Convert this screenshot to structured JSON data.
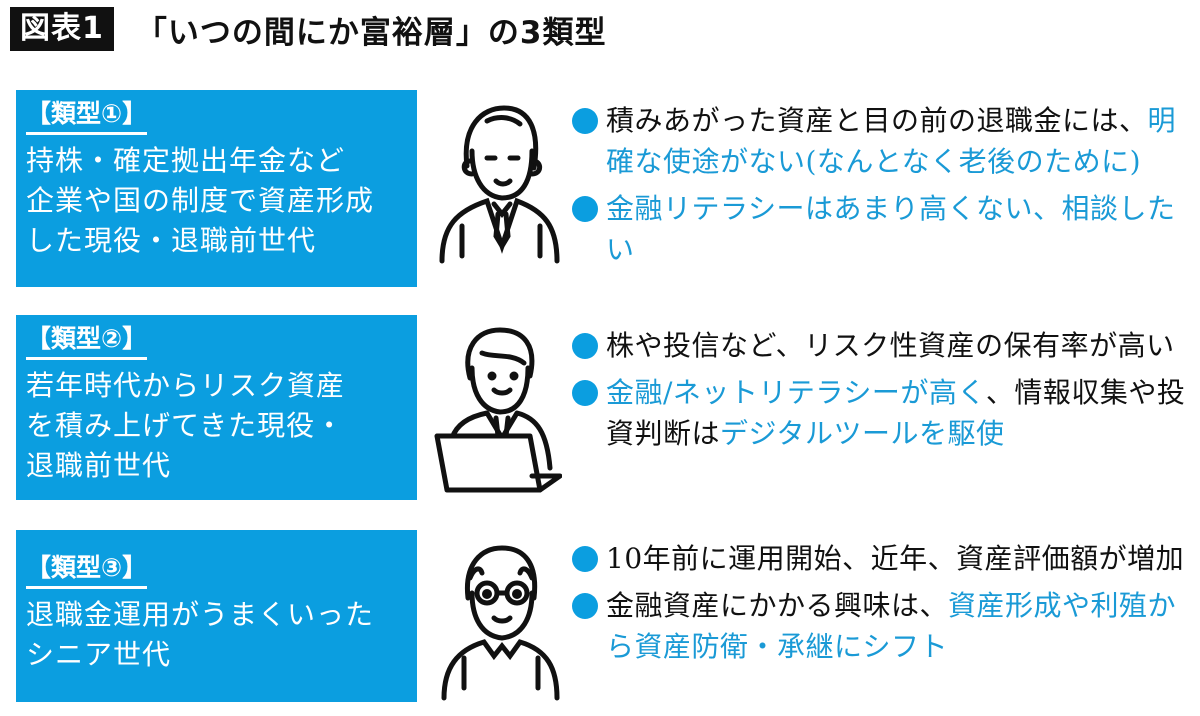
{
  "header": {
    "badge": "図表1",
    "title": "「いつの間にか富裕層」の3類型"
  },
  "colors": {
    "accent": "#0b9ee0",
    "highlight_text": "#1a9ad6",
    "text": "#111111"
  },
  "types": [
    {
      "label": "【類型①】",
      "description_lines": [
        "持株・確定拠出年金など",
        "企業や国の制度で資産形成",
        "した現役・退職前世代"
      ],
      "illustration": "older-man-in-suit-icon",
      "bullets": [
        {
          "segments": [
            {
              "text": "積みあがった資産と目の前の退職金には、",
              "hl": false
            },
            {
              "text": "明確な使途がない(なんとなく老後のために)",
              "hl": true
            }
          ]
        },
        {
          "segments": [
            {
              "text": "金融リテラシーはあまり高くない、相談したい",
              "hl": true
            }
          ]
        }
      ]
    },
    {
      "label": "【類型②】",
      "description_lines": [
        "若年時代からリスク資産",
        "を積み上げてきた現役・",
        "退職前世代"
      ],
      "illustration": "man-with-laptop-icon",
      "bullets": [
        {
          "segments": [
            {
              "text": "株や投信など、リスク性資産の保有率が高い",
              "hl": false
            }
          ]
        },
        {
          "segments": [
            {
              "text": "金融/ネットリテラシーが高く",
              "hl": true
            },
            {
              "text": "、情報収集や投資判断は",
              "hl": false
            },
            {
              "text": "デジタルツールを駆使",
              "hl": true
            }
          ]
        }
      ]
    },
    {
      "label": "【類型③】",
      "description_lines": [
        "退職金運用がうまくいった",
        "シニア世代"
      ],
      "illustration": "senior-man-with-glasses-icon",
      "bullets": [
        {
          "segments": [
            {
              "text": "10年前に運用開始、近年、資産評価額が増加",
              "hl": false
            }
          ]
        },
        {
          "segments": [
            {
              "text": "金融資産にかかる興味は、",
              "hl": false
            },
            {
              "text": "資産形成や利殖から資産防衛・承継にシフト",
              "hl": true
            }
          ]
        }
      ]
    }
  ]
}
